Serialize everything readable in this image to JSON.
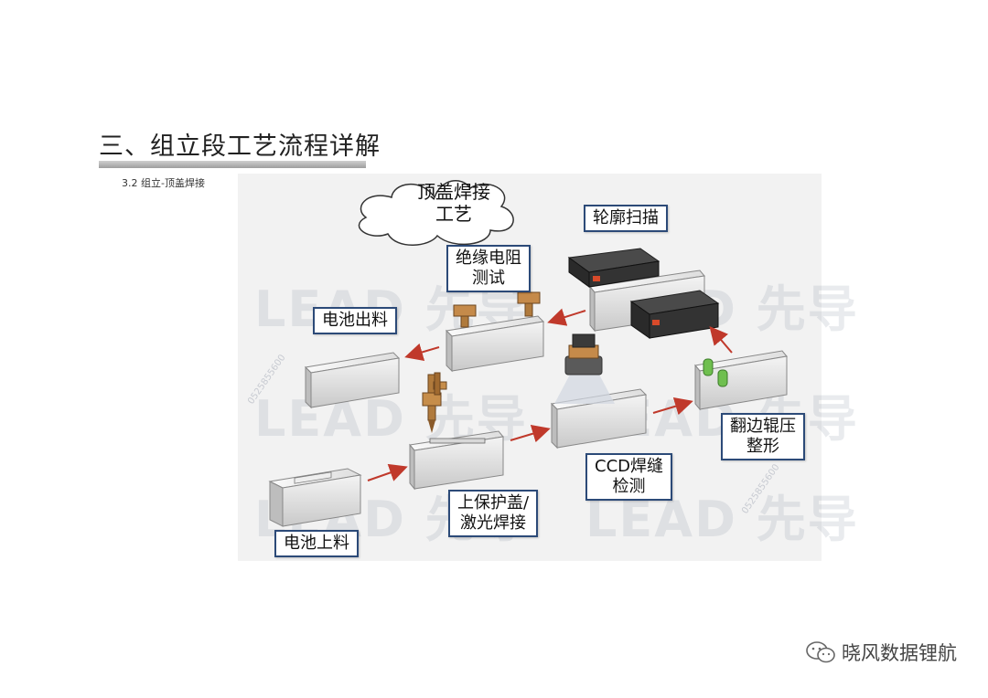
{
  "header": {
    "title": "三、组立段工艺流程详解",
    "subtitle": "3.2 组立-顶盖焊接"
  },
  "diagram": {
    "cloud_label": "顶盖焊接\n工艺",
    "steps": {
      "loading": "电池上料",
      "cover_weld": "上保护盖/\n激光焊接",
      "ccd": "CCD焊缝\n检测",
      "flanging": "翻边辊压\n整形",
      "contour": "轮廓扫描",
      "insulation": "绝缘电阻\n测试",
      "unloading": "电池出料"
    },
    "watermark": "LEAD 先导",
    "watermark_small": "0525855600"
  },
  "footer": {
    "account": "晓风数据锂航",
    "icon": "wechat-icon"
  }
}
